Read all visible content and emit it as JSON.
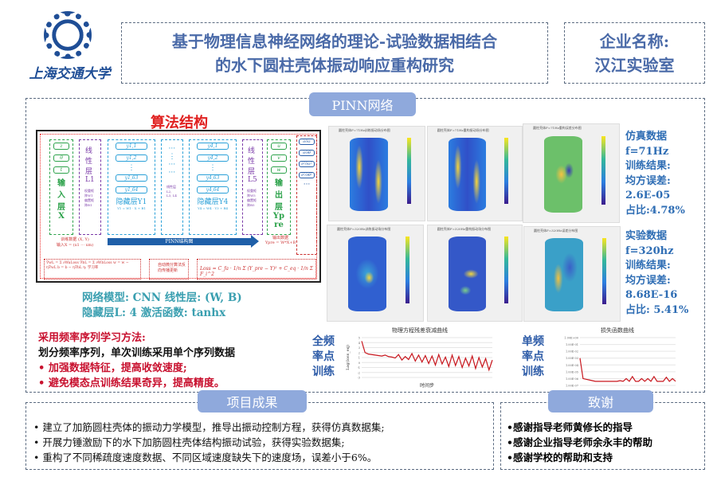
{
  "header": {
    "university_name": "上海交通大学",
    "title_line1": "基于物理信息神经网络的理论-试验数据相结合",
    "title_line2": "的水下圆柱壳体振动响应重构研究",
    "company_label": "企业名称:",
    "company_name": "汉江实验室"
  },
  "pinn": {
    "tab_label": "PINN网络",
    "algo_title": "算法结构",
    "diagram": {
      "inputs": [
        "z",
        "θ",
        "t"
      ],
      "input_label": "输入层X",
      "linear1": "线性层L1",
      "linear1_note": "权重矩阵W1 偏置矩阵B1",
      "hidden1_nodes": [
        "y1,1",
        "y1,2",
        "y1,63",
        "y1,64"
      ],
      "hidden1_label": "隐藏层Y1",
      "hidden1_eq": "Y1 = W1 · X + B1",
      "mid_note": "线性层L2, L3, L4",
      "hidden4_nodes": [
        "y4,1",
        "y4,2",
        "y4,63",
        "y4,64"
      ],
      "hidden4_label": "隐藏层Y4",
      "hidden4_eq": "Y4 = W4 · Y3 + B4",
      "linear5": "线性层L5",
      "linear5_note": "权重矩阵W5 偏置矩阵B5",
      "outputs": [
        "u",
        "v",
        "w"
      ],
      "output_label": "输出层Ypre",
      "derivs": [
        "∂/∂z",
        "∂/∂θ",
        "∂²/∂z²",
        "∂²/∂θ²",
        "···"
      ],
      "train_data": "训练数据 (X, Y)",
      "train_input": "输入X = (x1 ··· xm)",
      "arrow_label": "PINN结构图",
      "output_data": "输出数据",
      "output_eq": "Ypre = W*X+B",
      "update_eq": "∇wL = Σ ∂WaLoss   ∇bL = Σ ∂WbLoss   w = w − η∇wL   b = b − η∇bL   η: 学习率",
      "autodiff": "自动微分算法反向传播更新",
      "loss_eq": "Loss = C_fa · 1/n Σ (Y_pre − Y)² + C_eq · 1/n Σ F_i^2"
    },
    "params_line1": "网络模型: CNN   线性层: (W, B)",
    "params_line2": "隐藏层L: 4    激活函数: tanhx",
    "method_title": "采用频率序列学习方法:",
    "method_desc": "划分频率序列，单次训练采用单个序列数据",
    "method_points": [
      "加强数据特征，提高收敛速度;",
      "避免模态点训练结果奇异，提高精度。"
    ],
    "heatmap_titles": [
      "圆柱壳体F=71Hz训练振动场分布图",
      "圆柱壳体F=71Hz重构振动场分布图",
      "圆柱壳体F=71Hz重构误差分布图",
      "圆柱壳体F=320Hz训练振动场分布图",
      "圆柱壳体F=320Hz重构振动场分布图",
      "圆柱壳体F=320Hz误差分布图"
    ],
    "sim": {
      "l1": "仿真数据",
      "l2": "f=71Hz",
      "l3": "训练结果:",
      "l4": "均方误差:",
      "l5": "2.6E-05",
      "l6": "占比:4.78%"
    },
    "exp": {
      "l1": "实验数据",
      "l2": "f=320hz",
      "l3": "训练结果:",
      "l4": "均方误差:",
      "l5": "8.68E-16",
      "l6": "占比: 5.41%"
    },
    "full_label": "全频率点训练",
    "single_label": "单频率点训练"
  },
  "chart_data": [
    {
      "type": "line",
      "title": "物理方程残差衰减曲线",
      "xlabel": "时间步",
      "ylabel": "Log(loss_eq)",
      "ylim": [
        -3,
        5
      ],
      "yticks": [
        "5",
        "4",
        "3",
        "2",
        "1",
        "0",
        "-1",
        "-2",
        "-3"
      ],
      "values": [
        4.3,
        2.0,
        1.7,
        1.6,
        1.5,
        1.4,
        1.3,
        1.5,
        1.2,
        1.1,
        0.9,
        1.6,
        0.5,
        1.2,
        0.6,
        1.8,
        0.3,
        1.5,
        0.1,
        1.4,
        -0.2,
        1.3,
        -0.5,
        1.6,
        -0.3,
        1.1,
        -0.8,
        1.5,
        -0.6,
        1.2,
        -1.0,
        0.9,
        -0.7,
        1.3,
        -1.2,
        1.0,
        -0.9,
        0.8,
        -1.5,
        0.5
      ]
    },
    {
      "type": "line",
      "title": "损失函数曲线",
      "xlabel": "",
      "ylabel": "",
      "yscale": "log",
      "yticks": [
        "1.00E+00",
        "1.00E-01",
        "1.00E-02",
        "1.00E-03",
        "1.00E-04",
        "1.00E-05",
        "1.00E-06",
        "1.00E-07"
      ],
      "values_log10": [
        -3,
        -6,
        -6.1,
        -6.2,
        -6.3,
        -6.4,
        -6.4,
        -6.4,
        -6.4,
        -6.4,
        -6.4,
        -6.4,
        -6.4,
        -6.3,
        -6.4,
        -6.0,
        -6.4,
        -5.7,
        -6.4,
        -6.4,
        -6.0,
        -6.4,
        -6.0,
        -6.4,
        -5.7,
        -6.4,
        -6.4,
        -6.4,
        -5.8,
        -6.4,
        -6.0,
        -6.4
      ]
    }
  ],
  "results": {
    "tab_label": "项目成果",
    "items": [
      "建立了加筋圆柱壳体的振动力学模型，推导出振动控制方程，获得仿真数据集;",
      "开展力锤激励下的水下加筋圆柱壳体结构振动试验，获得实验数据集;",
      "重构了不同稀疏度速度数据、不同区域速度缺失下的速度场，误差小于6%。"
    ]
  },
  "thanks": {
    "tab_label": "致谢",
    "items": [
      "感谢指导老师黄修长的指导",
      "感谢企业指导老师余永丰的帮助",
      "感谢学校的帮助和支持"
    ]
  },
  "colors": {
    "accent": "#4a6aa8",
    "tab": "#8fa9dc",
    "red": "#c8102e",
    "teal": "#3a9fb0"
  }
}
